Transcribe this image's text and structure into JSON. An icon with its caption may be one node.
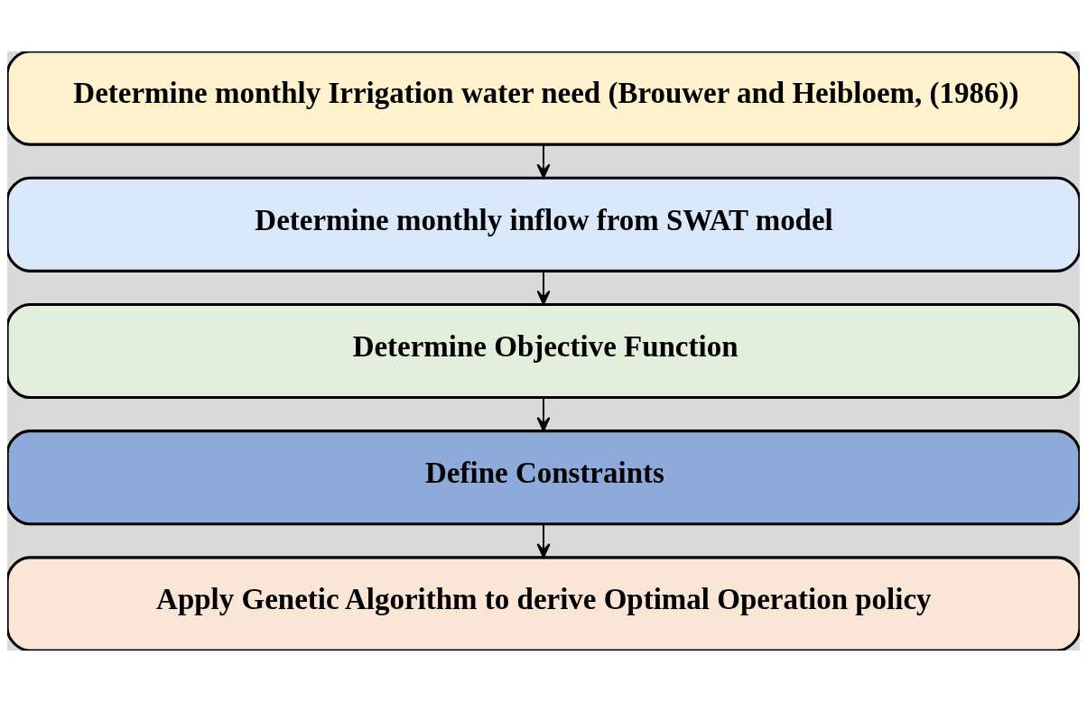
{
  "diagram": {
    "nodes": [
      {
        "text": [
          "Determine monthly Irrigation water need (Brouwer and Heibloem, (1986))"
        ]
      },
      {
        "text": [
          "Determine monthly inflow from SWAT model"
        ]
      },
      {
        "text": [
          "Determine Objective Function"
        ]
      },
      {
        "text": [
          "Define Constraints"
        ]
      },
      {
        "text": [
          "Apply Genetic Algorithm to derive Optimal Operation policy"
        ]
      }
    ],
    "edges": [
      {
        "from": 0,
        "to": 1,
        "arrow": "to"
      },
      {
        "from": 1,
        "to": 2,
        "arrow": "to"
      },
      {
        "from": 2,
        "to": 3,
        "arrow": "to"
      },
      {
        "from": 3,
        "to": 4,
        "arrow": "to"
      }
    ]
  }
}
